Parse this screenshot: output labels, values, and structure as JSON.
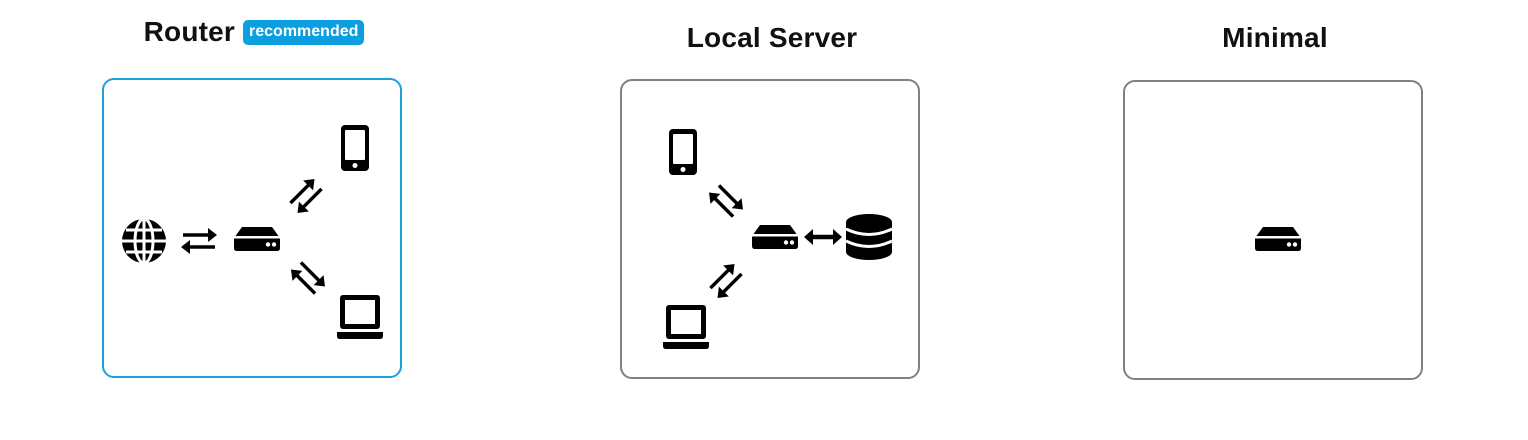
{
  "options": [
    {
      "id": "router",
      "title": "Router",
      "badge": "recommended",
      "selected": true,
      "icons": [
        "globe-icon",
        "swap-arrows-icon",
        "router-icon",
        "smartphone-icon",
        "laptop-icon"
      ]
    },
    {
      "id": "local-server",
      "title": "Local Server",
      "selected": false,
      "icons": [
        "smartphone-icon",
        "laptop-icon",
        "router-icon",
        "double-arrow-icon",
        "database-icon"
      ]
    },
    {
      "id": "minimal",
      "title": "Minimal",
      "selected": false,
      "icons": [
        "router-icon"
      ]
    }
  ],
  "colors": {
    "accent": "#1aa0da",
    "badge": "#0b9fe0",
    "border": "#808080",
    "icon": "#000000"
  }
}
